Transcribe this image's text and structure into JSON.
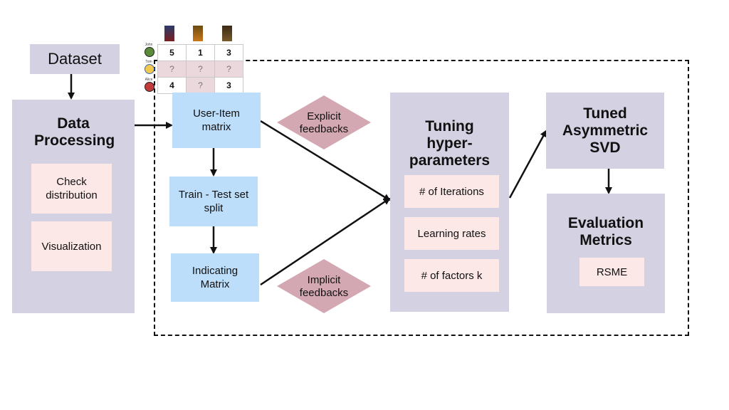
{
  "dataset": "Dataset",
  "data_processing": {
    "title": "Data Processing",
    "items": [
      "Check distribution",
      "Visualization"
    ]
  },
  "matrix": {
    "users": [
      "John",
      "Tom",
      "Alice"
    ],
    "rows": [
      [
        "5",
        "1",
        "3"
      ],
      [
        "?",
        "?",
        "?"
      ],
      [
        "4",
        "?",
        "3"
      ]
    ]
  },
  "pipeline": {
    "user_item": "User-Item matrix",
    "split": "Train - Test set split",
    "indicating": "Indicating Matrix"
  },
  "explicit": "Explicit feedbacks",
  "implicit": "Implicit feedbacks",
  "tuning": {
    "title": "Tuning hyper-parameters",
    "items": [
      "# of Iterations",
      "Learning rates",
      "# of factors k"
    ]
  },
  "tuned": "Tuned Asymmetric SVD",
  "evaluation": {
    "title": "Evaluation Metrics",
    "metric": "RSME"
  },
  "colors": {
    "lavender": "#d3d1e2",
    "blue": "#bcdefa",
    "pink": "#fde8e8",
    "diamond": "#d4a8b2"
  }
}
